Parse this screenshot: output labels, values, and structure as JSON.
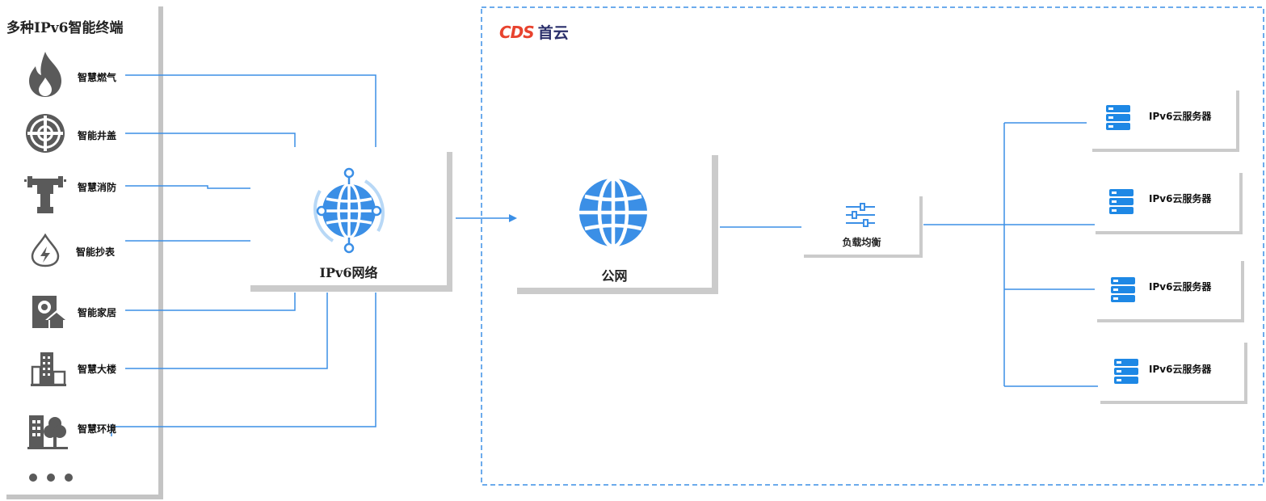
{
  "terminals": {
    "title": "多种IPv6智能终端",
    "items": [
      {
        "label": "智慧燃气",
        "icon": "flame-icon"
      },
      {
        "label": "智能井盖",
        "icon": "manhole-cover-icon"
      },
      {
        "label": "智慧消防",
        "icon": "fire-hydrant-icon"
      },
      {
        "label": "智能抄表",
        "icon": "meter-drop-icon"
      },
      {
        "label": "智能家居",
        "icon": "smart-home-icon"
      },
      {
        "label": "智慧大楼",
        "icon": "building-icon"
      },
      {
        "label": "智慧环境",
        "icon": "environment-icon"
      }
    ],
    "more": "more-dots-icon"
  },
  "ipv6_network": {
    "label": "IPv6网络",
    "icon": "ipv6-globe-icon"
  },
  "cloud": {
    "logo_latin": "CDS",
    "logo_cn": "首云",
    "public_net": {
      "label": "公网",
      "icon": "globe-icon"
    },
    "load_balancer": {
      "label": "负载均衡",
      "icon": "sliders-icon"
    },
    "servers": [
      {
        "label": "IPv6云服务器",
        "icon": "server-icon"
      },
      {
        "label": "IPv6云服务器",
        "icon": "server-icon"
      },
      {
        "label": "IPv6云服务器",
        "icon": "server-icon"
      },
      {
        "label": "IPv6云服务器",
        "icon": "server-icon"
      }
    ]
  },
  "colors": {
    "line": "#3b8fe6",
    "icon_gray": "#5a5a5a",
    "shadow": "#c8c8c8",
    "logo_red": "#e8432e",
    "logo_dark": "#2a2f6b"
  }
}
